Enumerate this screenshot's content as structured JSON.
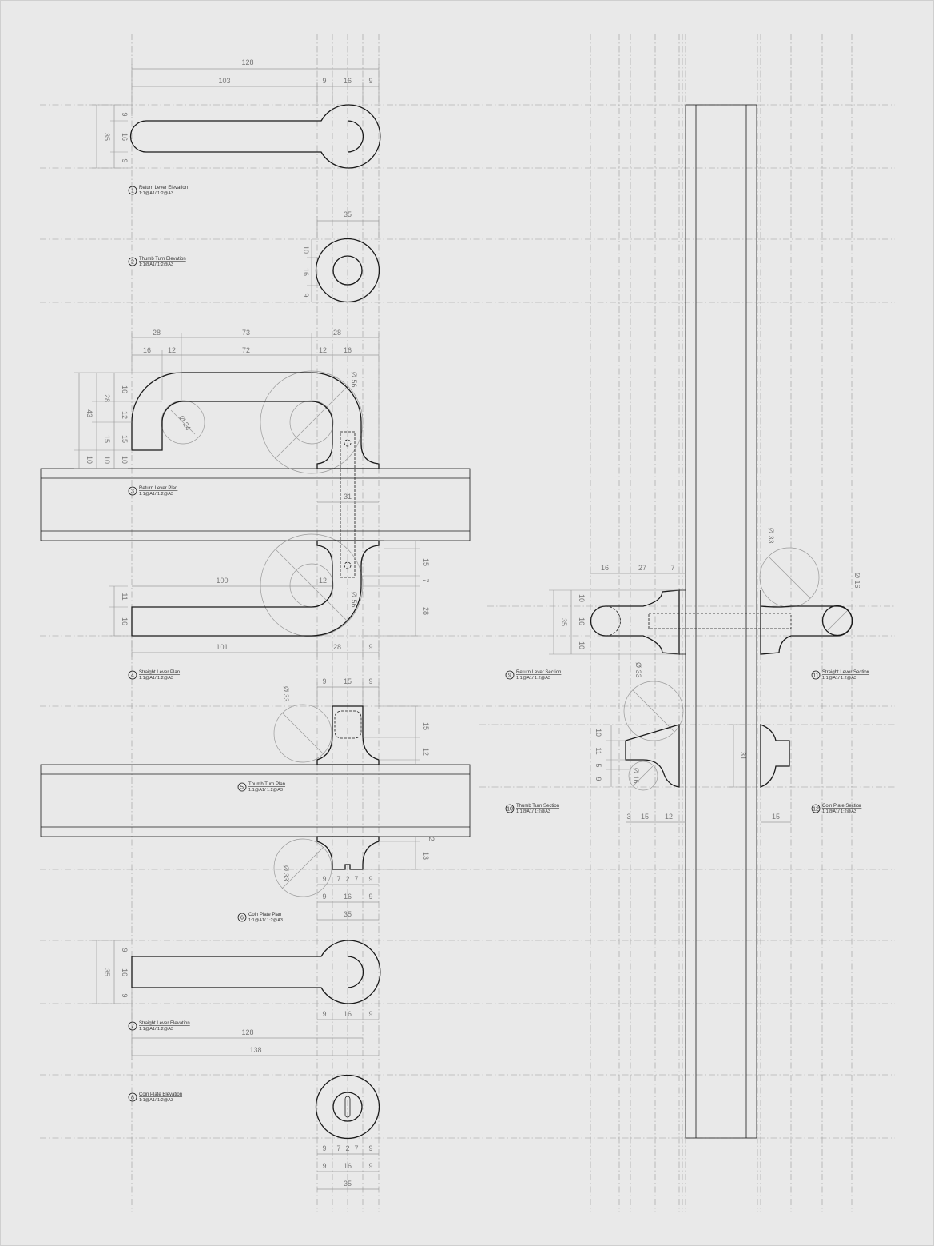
{
  "views": [
    {
      "num": "1",
      "title": "Return Lever Elevation",
      "scale": "1:1@A1/ 1:2@A3"
    },
    {
      "num": "2",
      "title": "Thumb Turn Elevation",
      "scale": "1:1@A1/ 1:2@A3"
    },
    {
      "num": "3",
      "title": "Return Lever Plan",
      "scale": "1:1@A1/ 1:2@A3"
    },
    {
      "num": "4",
      "title": "Straight Lever Plan",
      "scale": "1:1@A1/ 1:2@A3"
    },
    {
      "num": "5",
      "title": "Thumb Turn Plan",
      "scale": "1:1@A1/ 1:2@A3"
    },
    {
      "num": "6",
      "title": "Coin Plate Plan",
      "scale": "1:1@A1/ 1:2@A3"
    },
    {
      "num": "7",
      "title": "Straight Lever Elevation",
      "scale": "1:1@A1/ 1:2@A3"
    },
    {
      "num": "8",
      "title": "Coin Plate Elevation",
      "scale": "1:1@A1/ 1:2@A3"
    },
    {
      "num": "9",
      "title": "Return Lever Section",
      "scale": "1:1@A1/ 1:2@A3"
    },
    {
      "num": "10",
      "title": "Thumb Turn Section",
      "scale": "1:1@A1/ 1:2@A3"
    },
    {
      "num": "11",
      "title": "Straight Lever Section",
      "scale": "1:1@A1/ 1:2@A3"
    },
    {
      "num": "12",
      "title": "Coin Plate Section",
      "scale": "1:1@A1/ 1:2@A3"
    }
  ],
  "dimensions": {
    "v1": {
      "overall": "128",
      "lever": "103",
      "gap": "9",
      "boss": "16",
      "rim": "9",
      "height": "35",
      "top": "9",
      "mid": "16",
      "bottom": "9"
    },
    "v2": {
      "width": "35",
      "top": "10",
      "mid": "16",
      "bottom": "9"
    },
    "v3": {
      "left_overall": "28",
      "middle": "73",
      "right_overall": "28",
      "a": "16",
      "b": "12",
      "c": "72",
      "d": "12",
      "e": "16",
      "dia_rose": "Ø 56",
      "dia_bend": "Ø 24",
      "height": "43",
      "h28": "28",
      "h16": "16",
      "h12": "12",
      "h15a": "15",
      "h15b": "15",
      "h10a": "10",
      "h10b": "10",
      "h10c": "10",
      "spindle": "31"
    },
    "v4": {
      "inner": "12",
      "lever": "100",
      "bottom_len": "101",
      "rose": "28",
      "rim": "9",
      "h11": "11",
      "h16": "16",
      "r28": "28",
      "r15": "15",
      "r7": "7",
      "dia": "Ø 56"
    },
    "v5": {
      "a": "9",
      "b": "15",
      "c": "9",
      "dia": "Ø 33",
      "r15": "15",
      "r12": "12"
    },
    "v6": {
      "dia": "Ø 33",
      "r2": "2",
      "r13": "13",
      "s1": "9",
      "s2": "7",
      "s3": "2",
      "s4": "7",
      "s5": "9",
      "m1": "9",
      "m2": "16",
      "m3": "9",
      "total": "35"
    },
    "v7": {
      "height": "35",
      "top": "9",
      "mid": "16",
      "bottom": "9",
      "a": "9",
      "b": "16",
      "c": "9",
      "len": "128",
      "overall": "138"
    },
    "v8": {
      "s1": "9",
      "s2": "7",
      "s3": "2",
      "s4": "7",
      "s5": "9",
      "m1": "9",
      "m2": "16",
      "m3": "9",
      "total": "35"
    },
    "v9": {
      "a": "16",
      "b": "27",
      "c": "7",
      "height": "35",
      "top": "10",
      "mid": "16",
      "bottom": "10"
    },
    "v10": {
      "dia_top": "Ø 33",
      "dia_bot": "Ø 16",
      "h10": "10",
      "h11": "11",
      "h5": "5",
      "h9": "9",
      "w3": "3",
      "w15": "15",
      "w12": "12"
    },
    "v11": {
      "dia_rose": "Ø 33",
      "dia_grip": "Ø 16"
    },
    "v12": {
      "height": "31",
      "width": "15"
    }
  }
}
